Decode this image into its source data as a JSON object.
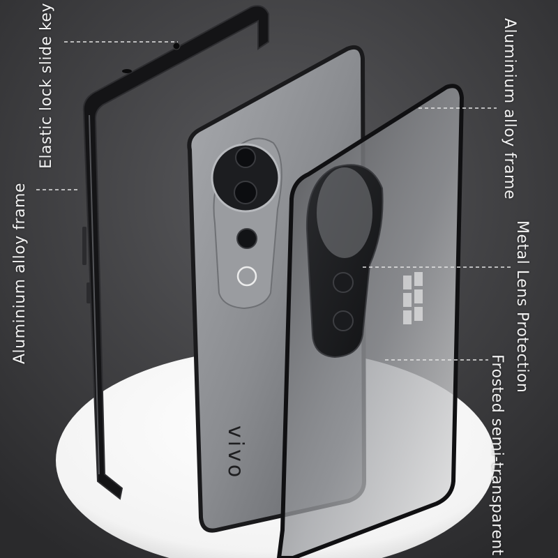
{
  "labels": {
    "elastic_lock": "Elastic lock slide key",
    "frame_left": "Aluminium alloy frame",
    "frame_right": "Aluminium alloy frame",
    "lens_protection": "Metal Lens Protection",
    "frosted": "Frosted semi-transparent"
  },
  "phone": {
    "brand": "vivo"
  },
  "colors": {
    "background": "#3a3a3c",
    "phone_body": "#8a8c90",
    "frame": "#111113",
    "label_text": "#f2f2f2"
  }
}
